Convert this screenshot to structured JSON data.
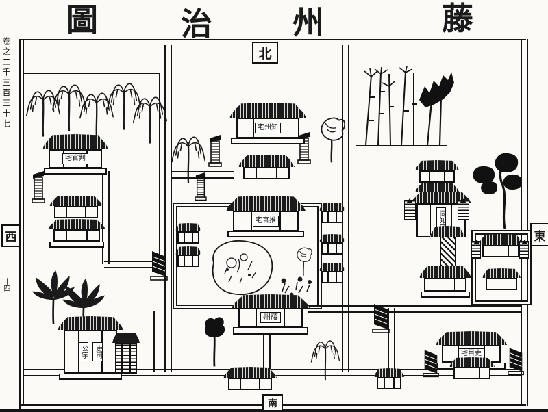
{
  "title": {
    "text": "藤州治圖",
    "chars": [
      "藤",
      "州",
      "治",
      "圖"
    ]
  },
  "left_margin": {
    "volume_text": "卷之二千三百三十七",
    "page_mark": "十四"
  },
  "compass": {
    "north": "北",
    "south": "南",
    "east": "東",
    "west": "西"
  },
  "signs": {
    "zhizhou_residence": "知州宅",
    "central_hall": "推官宅",
    "panguan_residence": "判官宅",
    "tongzhi_residence": "同知宅",
    "limu_residence": "吏目宅",
    "prefecture_gate": "藤州",
    "clerk_office": "吏司",
    "public_hall": "公宇"
  },
  "ink_color": "#1a1a1a",
  "paper_color": "#fbfaf6"
}
